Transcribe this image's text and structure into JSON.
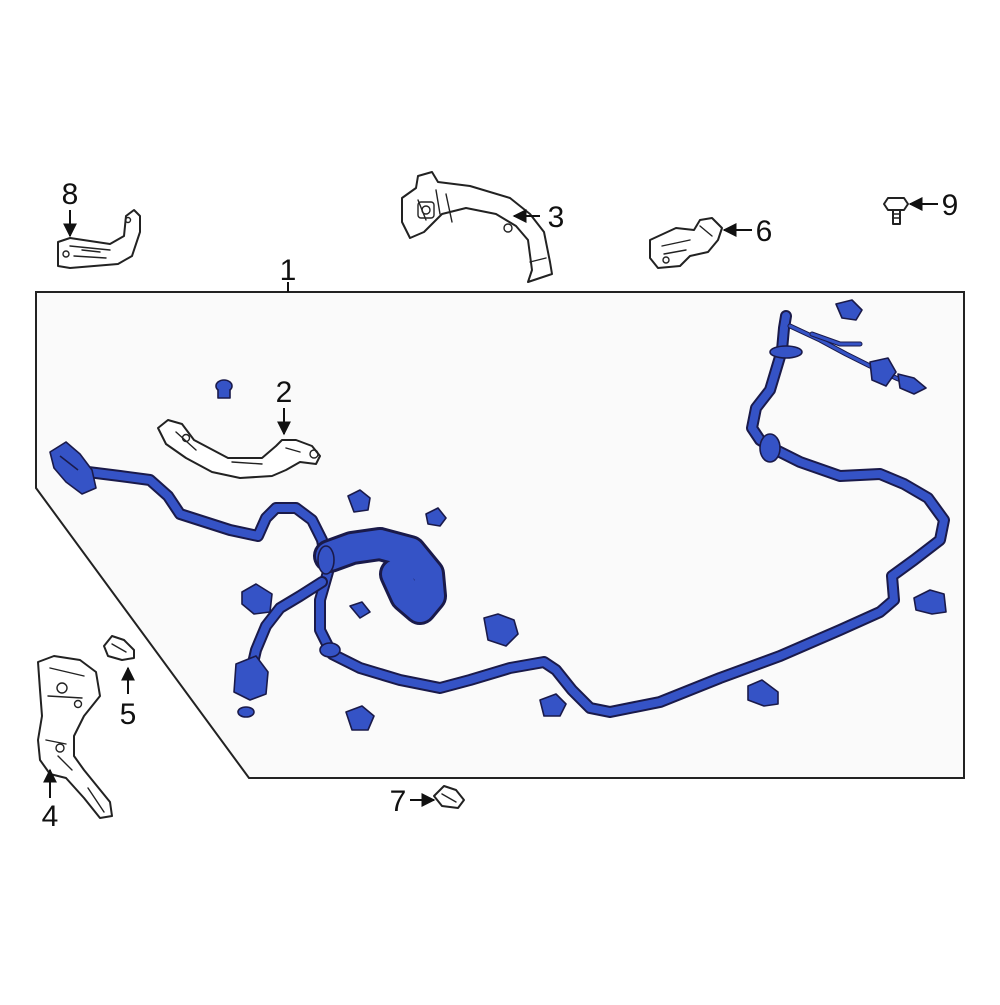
{
  "colors": {
    "harness": "#3553c6",
    "harness_outline": "#1a1a4a",
    "panel_bg": "#fafafa",
    "line": "#222222"
  },
  "callouts": [
    {
      "id": "1",
      "label": "1"
    },
    {
      "id": "2",
      "label": "2"
    },
    {
      "id": "3",
      "label": "3"
    },
    {
      "id": "4",
      "label": "4"
    },
    {
      "id": "5",
      "label": "5"
    },
    {
      "id": "6",
      "label": "6"
    },
    {
      "id": "7",
      "label": "7"
    },
    {
      "id": "8",
      "label": "8"
    },
    {
      "id": "9",
      "label": "9"
    }
  ]
}
